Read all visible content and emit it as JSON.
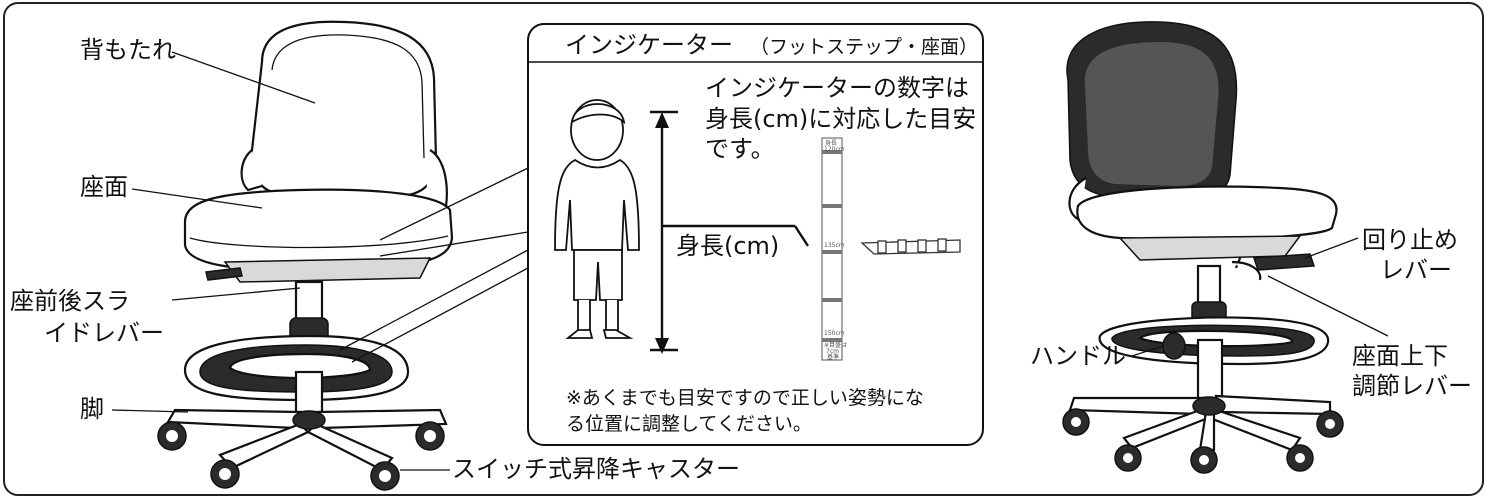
{
  "left_labels": {
    "backrest": "背もたれ",
    "seat": "座面",
    "slide_lever_line1": "座前後スラ",
    "slide_lever_line2": "イドレバー",
    "leg": "脚",
    "caster": "スイッチ式昇降キャスター"
  },
  "indicator_panel": {
    "title": "インジケーター",
    "title_sub": "（フットステップ・座面）",
    "desc_line1": "インジケーターの数字は",
    "desc_line2": "身長(cm)に対応した目安",
    "desc_line3": "です。",
    "height_label": "身長(cm)",
    "note_line1": "※あくまでも目安ですので正しい姿勢にな",
    "note_line2": "る位置に調整してください。",
    "scale_top_1": "身長",
    "scale_top_2": "120cm",
    "scale_mid": "135cm",
    "scale_bottom": "150cm",
    "scale_foot_1": "※目盛は",
    "scale_foot_2": "7cm",
    "scale_foot_3": "基準"
  },
  "right_labels": {
    "rotation_stop_line1": "回り止め",
    "rotation_stop_line2": "レバー",
    "handle": "ハンドル",
    "height_lever_line1": "座面上下",
    "height_lever_line2": "調節レバー"
  }
}
